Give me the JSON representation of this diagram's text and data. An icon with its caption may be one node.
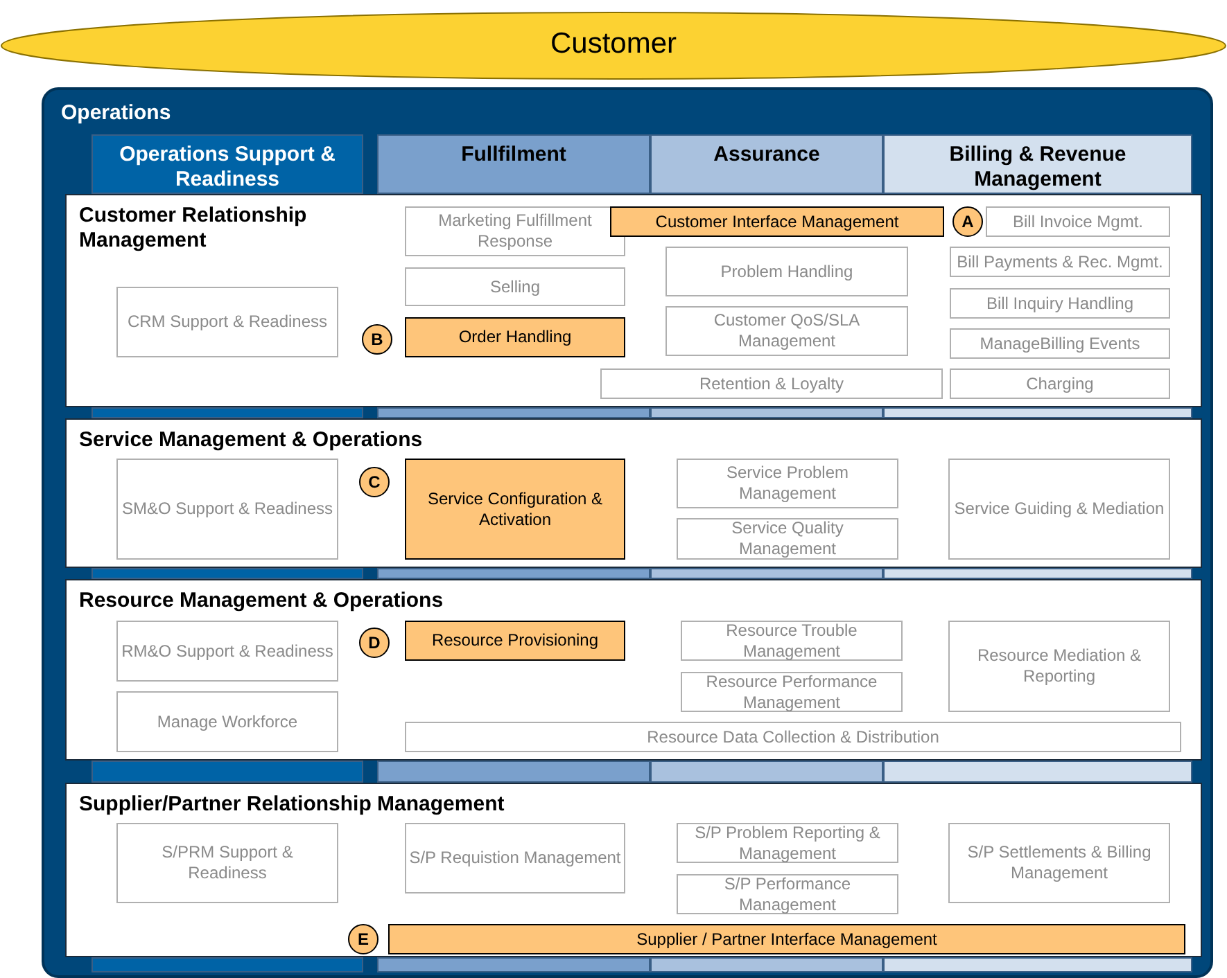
{
  "diagram": {
    "nodes": [
      {
        "text": [
          "Customer"
        ]
      },
      {
        "text": [
          "Operations"
        ]
      },
      {
        "text": [
          "Operations Support & Readiness"
        ],
        "in": 1
      },
      {
        "text": [
          "Fullfilment"
        ],
        "in": 1
      },
      {
        "text": [
          "Assurance"
        ],
        "in": 1
      },
      {
        "text": [
          "Billing & Revenue Management"
        ],
        "in": 1
      },
      {
        "text": [
          "Customer Relationship Management"
        ],
        "in": 1
      },
      {
        "text": [
          "Marketing Fulfillment Response"
        ],
        "in": 6
      },
      {
        "text": [
          "Customer Interface Management"
        ],
        "in": 6
      },
      {
        "text": [
          "A"
        ],
        "in": 6
      },
      {
        "text": [
          "Bill Invoice Mgmt."
        ],
        "in": 6
      },
      {
        "text": [
          "CRM Support & Readiness"
        ],
        "in": 6
      },
      {
        "text": [
          "Selling"
        ],
        "in": 6
      },
      {
        "text": [
          "Problem Handling"
        ],
        "in": 6
      },
      {
        "text": [
          "Bill Payments & Rec. Mgmt."
        ],
        "in": 6
      },
      {
        "text": [
          "Bill Inquiry Handling"
        ],
        "in": 6
      },
      {
        "text": [
          "B"
        ],
        "in": 6
      },
      {
        "text": [
          "Order Handling"
        ],
        "in": 6
      },
      {
        "text": [
          "Customer QoS/SLA Management"
        ],
        "in": 6
      },
      {
        "text": [
          "ManageBilling Events"
        ],
        "in": 6
      },
      {
        "text": [
          "Retention & Loyalty"
        ],
        "in": 6
      },
      {
        "text": [
          "Charging"
        ],
        "in": 6
      },
      {
        "text": [
          "Service Management & Operations"
        ],
        "in": 1
      },
      {
        "text": [
          "SM&O Support & Readiness"
        ],
        "in": 22
      },
      {
        "text": [
          "C"
        ],
        "in": 22
      },
      {
        "text": [
          "Service Configuration & Activation"
        ],
        "in": 22
      },
      {
        "text": [
          "Service Problem Management"
        ],
        "in": 22
      },
      {
        "text": [
          "Service Guiding & Mediation"
        ],
        "in": 22
      },
      {
        "text": [
          "Service Quality Management"
        ],
        "in": 22
      },
      {
        "text": [
          "Resource Management & Operations"
        ],
        "in": 1
      },
      {
        "text": [
          "RM&O Support & Readiness"
        ],
        "in": 29
      },
      {
        "text": [
          "D"
        ],
        "in": 29
      },
      {
        "text": [
          "Resource Provisioning"
        ],
        "in": 29
      },
      {
        "text": [
          "Resource Trouble Management"
        ],
        "in": 29
      },
      {
        "text": [
          "Resource Mediation & Reporting"
        ],
        "in": 29
      },
      {
        "text": [
          "Resource Performance Management"
        ],
        "in": 29
      },
      {
        "text": [
          "Manage Workforce"
        ],
        "in": 29
      },
      {
        "text": [
          "Resource Data Collection & Distribution"
        ],
        "in": 29
      },
      {
        "text": [
          "Supplier/Partner Relationship Management"
        ],
        "in": 1
      },
      {
        "text": [
          "S/PRM Support & Readiness"
        ],
        "in": 38
      },
      {
        "text": [
          "S/P Requistion Management"
        ],
        "in": 38
      },
      {
        "text": [
          "S/P Problem Reporting & Management"
        ],
        "in": 38
      },
      {
        "text": [
          "S/P Settlements & Billing Management"
        ],
        "in": 38
      },
      {
        "text": [
          "S/P Performance Management"
        ],
        "in": 38
      },
      {
        "text": [
          "E"
        ],
        "in": 38
      },
      {
        "text": [
          "Supplier / Partner Interface Management"
        ],
        "in": 38
      }
    ],
    "edges": []
  }
}
